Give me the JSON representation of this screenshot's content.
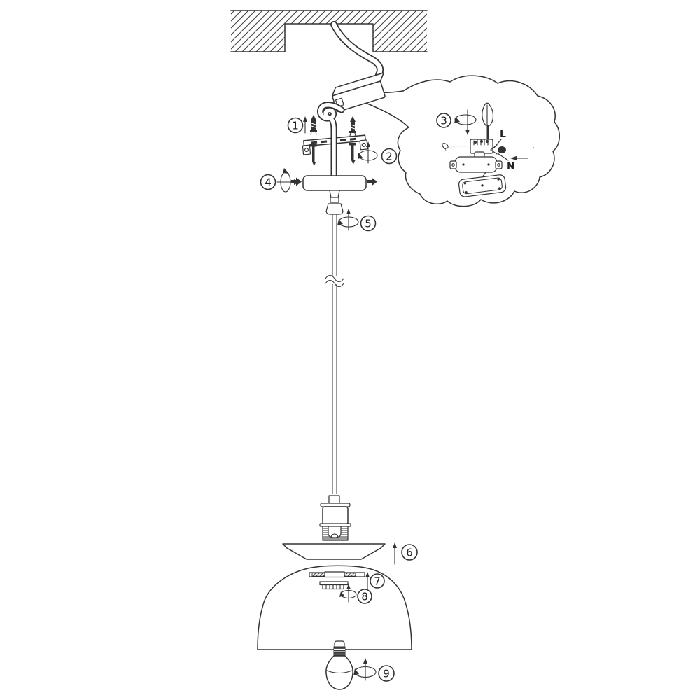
{
  "diagram": {
    "kind": "pendant-lamp-installation-instructions",
    "background_color": "#ffffff",
    "line_color": "#333333"
  },
  "steps": [
    {
      "number": "1",
      "part": "wall-anchors-insert-up"
    },
    {
      "number": "2",
      "part": "mounting-bracket-screws-rotate"
    },
    {
      "number": "3",
      "part": "terminal-block-wiring-screwdriver"
    },
    {
      "number": "4",
      "part": "canopy-rotate-slide"
    },
    {
      "number": "5",
      "part": "cord-grip-rotate"
    },
    {
      "number": "6",
      "part": "diffuser-plate-push-up"
    },
    {
      "number": "7",
      "part": "shade-bracket-push-up"
    },
    {
      "number": "8",
      "part": "retaining-ring-rotate"
    },
    {
      "number": "9",
      "part": "light-bulb-screw-in"
    }
  ],
  "wiring": {
    "live_label": "L",
    "neutral_label": "N"
  }
}
